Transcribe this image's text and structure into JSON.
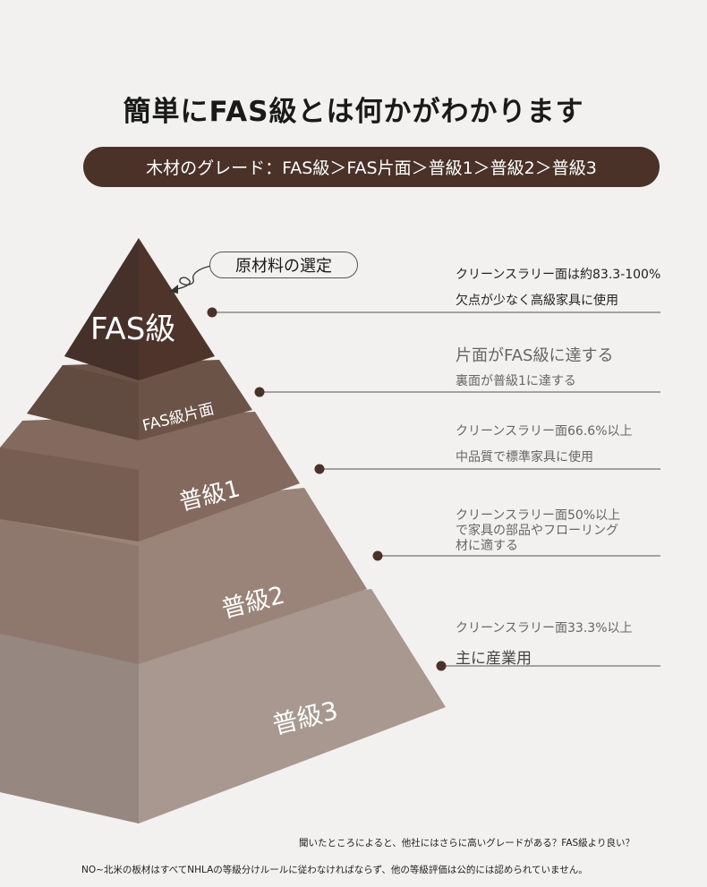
{
  "header": {
    "title": "簡単にFAS級とは何かがわかります",
    "banner": "木材のグレード：FAS級＞FAS片面＞普級1＞普級2＞普級3"
  },
  "callout": {
    "label": "原材料の選定"
  },
  "tiers": [
    {
      "label": "FAS級",
      "color": "#4e342b"
    },
    {
      "label": "FAS級片面",
      "color": "#6b5347"
    },
    {
      "label": "普級1",
      "color": "#83695e"
    },
    {
      "label": "普級2",
      "color": "#9a8479"
    },
    {
      "label": "普級3",
      "color": "#a89890"
    }
  ],
  "notes": [
    {
      "line1": "クリーンスラリー面は約83.3-100%",
      "line2": "欠点が少なく高級家具に使用"
    },
    {
      "line1": "片面がFAS級に達する",
      "line2": "裏面が普級1に達する"
    },
    {
      "line1": "クリーンスラリー面66.6%以上",
      "line2": "中品質で標準家具に使用"
    },
    {
      "line1": "クリーンスラリー面50%以上",
      "line2": "で家具の部品やフローリング",
      "line3": "材に適する"
    },
    {
      "line1": "クリーンスラリー面33.3%以上",
      "line2": "主に産業用"
    }
  ],
  "footer": {
    "line1": "聞いたところによると、他社にはさらに高いグレードがある？FAS級より良い？",
    "line2": "NO~北米の板材はすべてNHLAの等級分けルールに従わなければならず、他の等級評価は公的には認められていません。"
  }
}
